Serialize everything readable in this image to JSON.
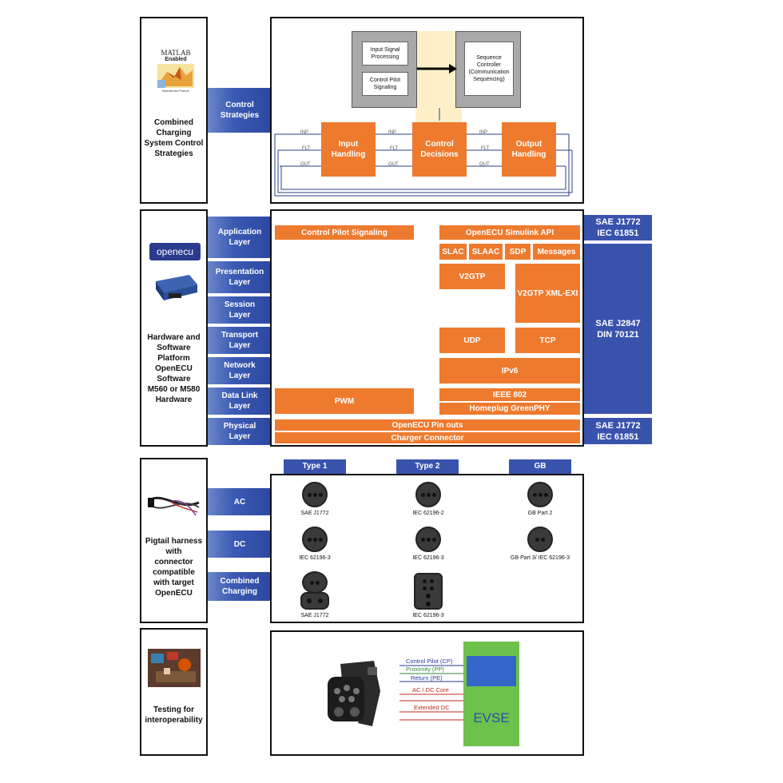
{
  "section1": {
    "logo": {
      "line1": "MATLAB",
      "line2": "Enabled",
      "line3": "MathWorks Partner"
    },
    "caption": "Combined\nCharging\nSystem Control\nStrategies",
    "tab": "Control\nStrategies",
    "box_input_signal": "Input Signal\nProcessing",
    "box_control_pilot": "Control Pilot\nSignaling",
    "box_sequence": "Sequence\nController\n(Communication\nSequencing)",
    "block_input": "Input\nHandling",
    "block_control": "Control\nDecisions",
    "block_output": "Output\nHandling",
    "signal_labels": [
      "INP",
      "FLT",
      "OUT"
    ]
  },
  "section2": {
    "logo": "openecu",
    "caption": "Hardware and\nSoftware\nPlatform\nOpenECU\nSoftware\nM560 or M580\nHardware",
    "layers": [
      "Application\nLayer",
      "Presentation\nLayer",
      "Session\nLayer",
      "Transport\nLayer",
      "Network\nLayer",
      "Data Link\nLayer",
      "Physical\nLayer"
    ],
    "control_pilot_signaling": "Control Pilot Signaling",
    "simulink_api": "OpenECU Simulink API",
    "slac": "SLAC",
    "slaac": "SLAAC",
    "sdp": "SDP",
    "messages": "Messages",
    "v2gtp": "V2GTP",
    "v2gtp_xml": "V2GTP XML-EXI",
    "udp": "UDP",
    "tcp": "TCP",
    "ipv6": "IPv6",
    "pwm": "PWM",
    "ieee": "IEEE 802",
    "homeplug": "Homeplug GreenPHY",
    "pinouts": "OpenECU Pin outs",
    "charger_connector": "Charger Connector",
    "right_top": "SAE J1772\nIEC 61851",
    "right_mid": "SAE J2847\nDIN 70121",
    "right_bottom": "SAE J1772\nIEC 61851"
  },
  "section3": {
    "caption": "Pigtail harness\nwith\nconnector\ncompatible\nwith target\nOpenECU",
    "types": [
      "Type 1",
      "Type 2",
      "GB"
    ],
    "rows": [
      "AC",
      "DC",
      "Combined\nCharging"
    ],
    "connectors": [
      "SAE J1772",
      "IEC 62196-2",
      "GB Part 2",
      "IEC 62196-3",
      "IEC 62196-3",
      "GB Part 3/ IEC 62196-3",
      "SAE J1772",
      "IEC 62196-3"
    ]
  },
  "section4": {
    "caption": "Testing  for\ninteroperability",
    "wires": [
      "Control Pilot (CP)",
      "Proximity (PP)",
      "Return (PE)",
      "AC / DC Core",
      "Extended DC"
    ],
    "evse": "EVSE",
    "colors": {
      "cp": "#2a3a9a",
      "pp": "#2d8a3a",
      "pe": "#2a3a9a",
      "core": "#c0281c",
      "ext": "#c0281c",
      "evse_bg": "#6cc24a",
      "evse_text": "#2a4fb0"
    }
  }
}
